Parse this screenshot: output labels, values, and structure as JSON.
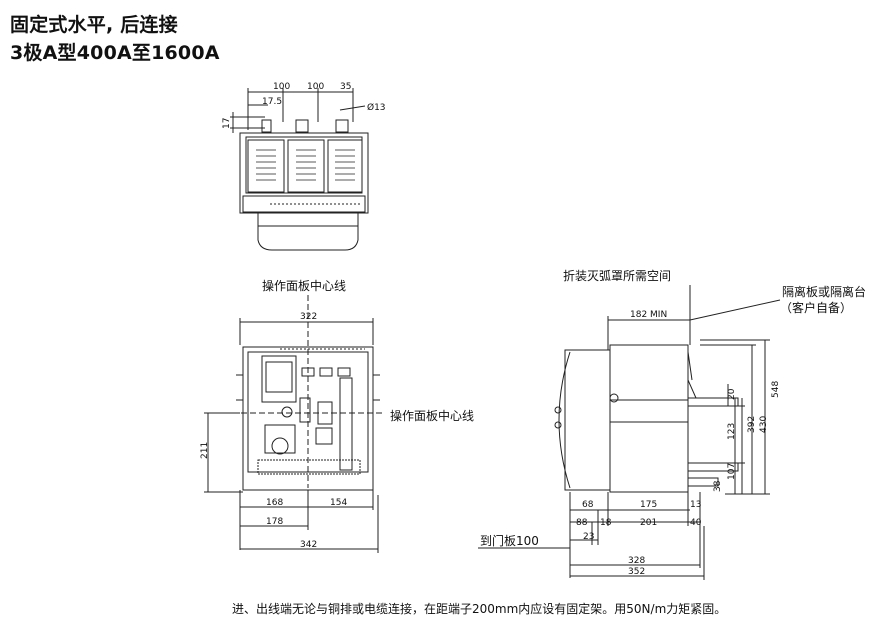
{
  "title": {
    "line1": "固定式水平, 后连接",
    "line2": "3极A型400A至1600A"
  },
  "top_view": {
    "dims": [
      "100",
      "100",
      "35",
      "17.5",
      "17",
      "Ø13"
    ]
  },
  "front_view": {
    "label_top": "操作面板中心线",
    "label_right": "操作面板中心线",
    "dims": {
      "width": "322",
      "height": "211",
      "left": "168",
      "right": "154",
      "mount": "178",
      "total": "342"
    }
  },
  "side_view": {
    "label_arc": "折装灭弧罩所需空间",
    "label_partition": "隔离板或隔离台",
    "label_partition_note": "（客户自备）",
    "label_door": "到门板100",
    "dims": {
      "d182": "182 MIN",
      "d548": "548",
      "d430": "430",
      "d392": "392",
      "d123": "123",
      "d20": "20",
      "d107": "107",
      "d38": "38",
      "d68": "68",
      "d175": "175",
      "d13": "13",
      "d88": "88",
      "d18": "18",
      "d201": "201",
      "d40": "40",
      "d23": "23",
      "d328": "328",
      "d352": "352"
    }
  },
  "footnote": "进、出线端无论与铜排或电缆连接，在距端子200mm内应设有固定架。用50N/m力矩紧固。"
}
